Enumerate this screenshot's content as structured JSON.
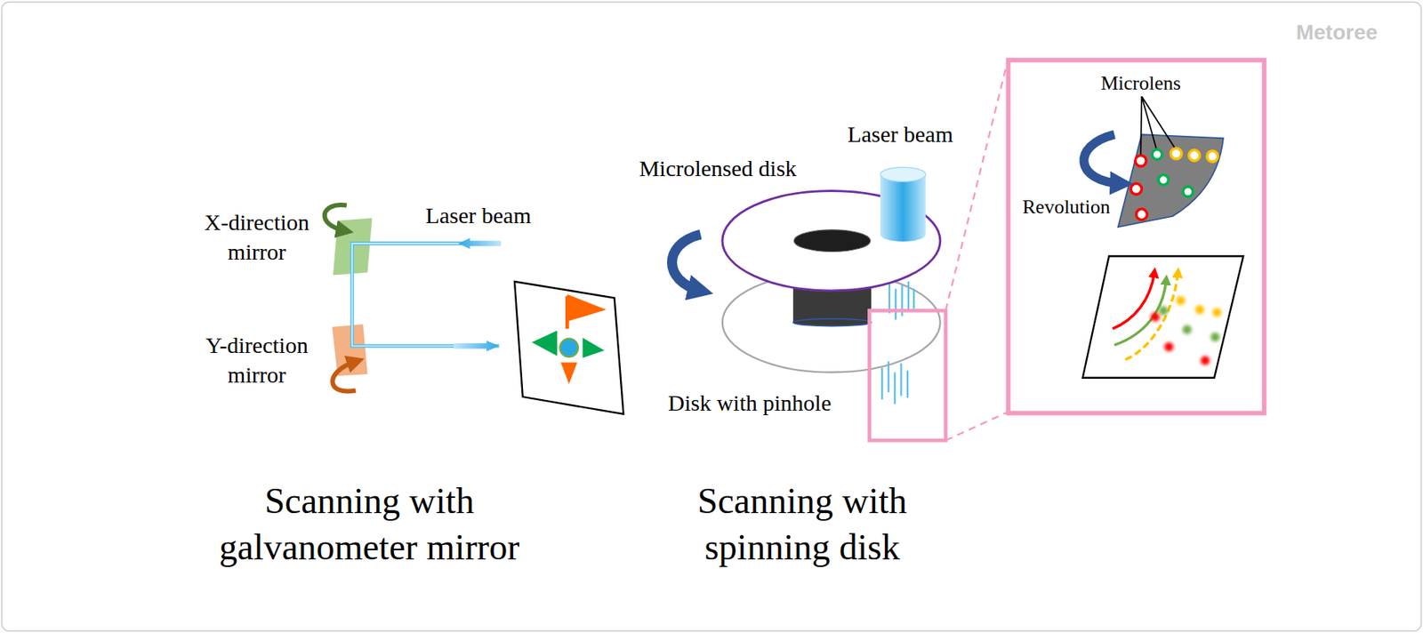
{
  "diagram": {
    "labels": [
      "X-direction mirror",
      "Laser beam",
      "Y-direction mirror",
      "Microlensed disk",
      "Laser beam",
      "Disk with pinhole",
      "Microlens",
      "Revolution",
      "Scanning with galvanometer mirror",
      "Scanning with spinning disk",
      "Metoree"
    ]
  }
}
